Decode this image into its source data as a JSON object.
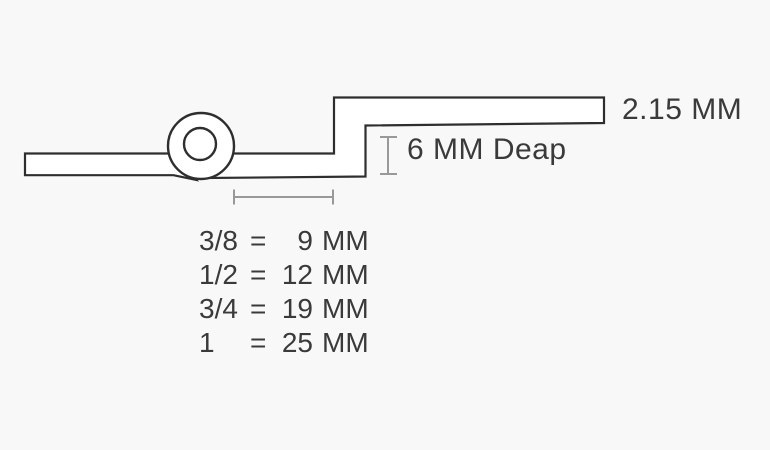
{
  "diagram": {
    "kind": "offset-hinge-cross-section",
    "labels": {
      "thickness": "2.15 MM",
      "depth": "6 MM Deap"
    },
    "conversion_table": {
      "rows": [
        {
          "fraction": "3/8",
          "equals": "=",
          "value": "9",
          "unit": "MM"
        },
        {
          "fraction": "1/2",
          "equals": "=",
          "value": "12",
          "unit": "MM"
        },
        {
          "fraction": "3/4",
          "equals": "=",
          "value": "19",
          "unit": "MM"
        },
        {
          "fraction": "1",
          "equals": "=",
          "value": "25",
          "unit": "MM"
        }
      ]
    },
    "colors": {
      "background": "#f8f8f8",
      "outline": "#2e2e2e",
      "shape_fill": "#ffffff",
      "dimension_line": "#999999",
      "text": "#3a3a3a"
    }
  }
}
